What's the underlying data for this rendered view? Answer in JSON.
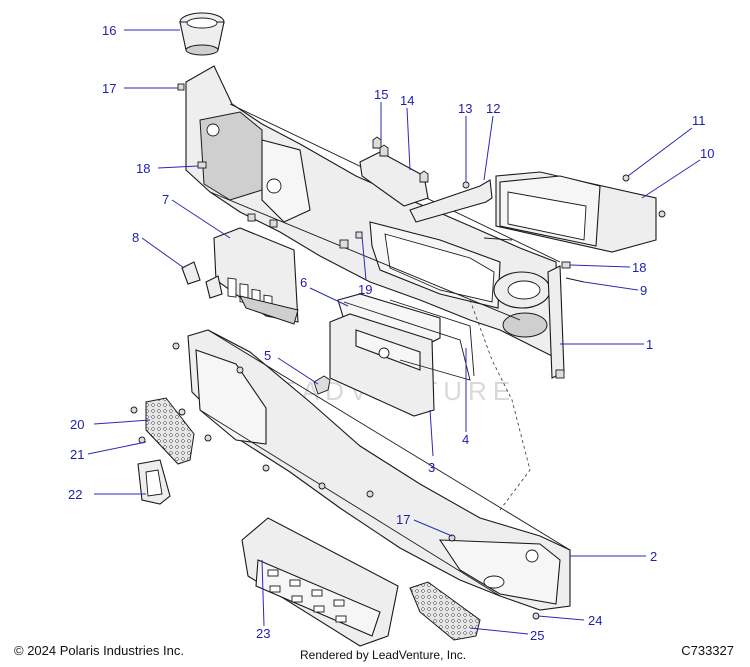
{
  "diagram": {
    "callouts": [
      {
        "id": "c16",
        "label": "16"
      },
      {
        "id": "c17a",
        "label": "17"
      },
      {
        "id": "c18a",
        "label": "18"
      },
      {
        "id": "c7",
        "label": "7"
      },
      {
        "id": "c8",
        "label": "8"
      },
      {
        "id": "c15",
        "label": "15"
      },
      {
        "id": "c14",
        "label": "14"
      },
      {
        "id": "c13",
        "label": "13"
      },
      {
        "id": "c12",
        "label": "12"
      },
      {
        "id": "c11",
        "label": "11"
      },
      {
        "id": "c10",
        "label": "10"
      },
      {
        "id": "c18b",
        "label": "18"
      },
      {
        "id": "c9",
        "label": "9"
      },
      {
        "id": "c19",
        "label": "19"
      },
      {
        "id": "c6",
        "label": "6"
      },
      {
        "id": "c1",
        "label": "1"
      },
      {
        "id": "c5",
        "label": "5"
      },
      {
        "id": "c20",
        "label": "20"
      },
      {
        "id": "c21",
        "label": "21"
      },
      {
        "id": "c4",
        "label": "4"
      },
      {
        "id": "c3",
        "label": "3"
      },
      {
        "id": "c22",
        "label": "22"
      },
      {
        "id": "c17b",
        "label": "17"
      },
      {
        "id": "c2",
        "label": "2"
      },
      {
        "id": "c23",
        "label": "23"
      },
      {
        "id": "c24",
        "label": "24"
      },
      {
        "id": "c25",
        "label": "25"
      }
    ],
    "watermark": "LEADVENTURE"
  },
  "footer": {
    "copyright": "© 2024 Polaris Industries Inc.",
    "rendered_by": "Rendered by LeadVenture, Inc.",
    "diagram_code": "C733327"
  }
}
